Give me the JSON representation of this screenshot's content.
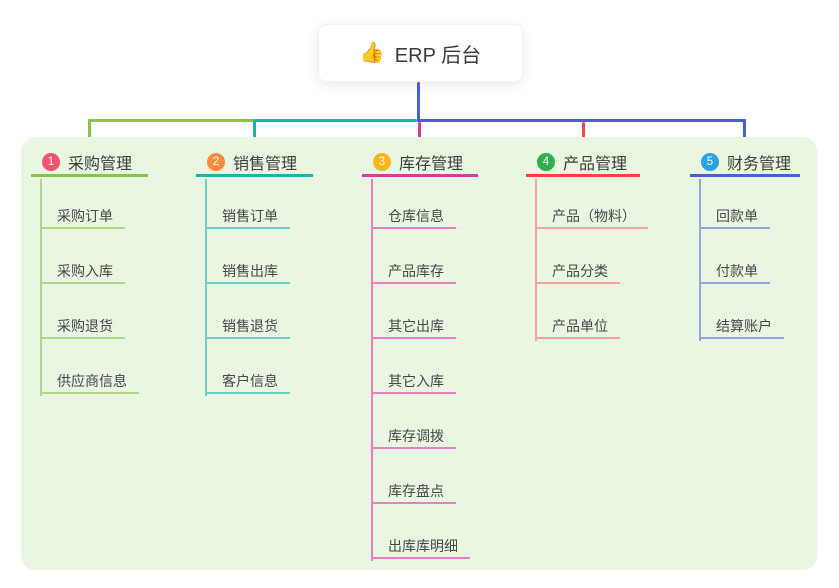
{
  "root": {
    "emoji": "👍",
    "label": "ERP 后台"
  },
  "palette": {
    "panel_bg": "#e9f6e2",
    "trunk_blue": "#4a5fd1"
  },
  "columns": [
    {
      "index": "1",
      "label": "采购管理",
      "badge_color": "#f4536e",
      "accent": "#8bc34a",
      "line_color": "#aed581",
      "items": [
        "采购订单",
        "采购入库",
        "采购退货",
        "供应商信息"
      ]
    },
    {
      "index": "2",
      "label": "销售管理",
      "badge_color": "#fb8c3d",
      "accent": "#19b5ab",
      "line_color": "#6fcec7",
      "items": [
        "销售订单",
        "销售出库",
        "销售退货",
        "客户信息"
      ]
    },
    {
      "index": "3",
      "label": "库存管理",
      "badge_color": "#fcb419",
      "accent": "#d83a9d",
      "line_color": "#ea7ec4",
      "items": [
        "仓库信息",
        "产品库存",
        "其它出库",
        "其它入库",
        "库存调拨",
        "库存盘点",
        "出库库明细"
      ]
    },
    {
      "index": "4",
      "label": "产品管理",
      "badge_color": "#2eb050",
      "accent": "#f4453f",
      "line_color": "#f8a29d",
      "items": [
        "产品（物料）",
        "产品分类",
        "产品单位"
      ]
    },
    {
      "index": "5",
      "label": "财务管理",
      "badge_color": "#29a4e6",
      "accent": "#4562d2",
      "line_color": "#93a6de",
      "items": [
        "回款单",
        "付款单",
        "结算账户"
      ]
    }
  ]
}
